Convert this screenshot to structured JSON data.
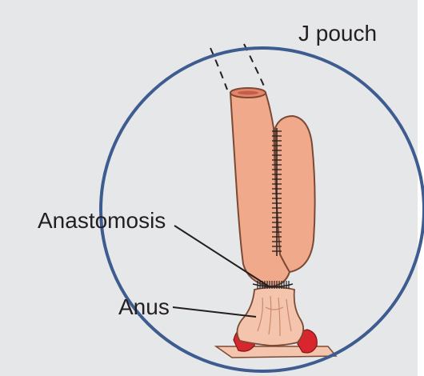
{
  "labels": {
    "title": "J pouch",
    "anastomosis": "Anastomosis",
    "anus": "Anus"
  },
  "colors": {
    "background": "#e6e7e9",
    "circle_outline": "#3e5c8f",
    "pouch_fill": "#f0a98a",
    "pouch_stroke": "#7a4a35",
    "anal_canal_fill": "#f5c4ac",
    "red_tissue": "#d8262e",
    "text": "#231f20"
  }
}
